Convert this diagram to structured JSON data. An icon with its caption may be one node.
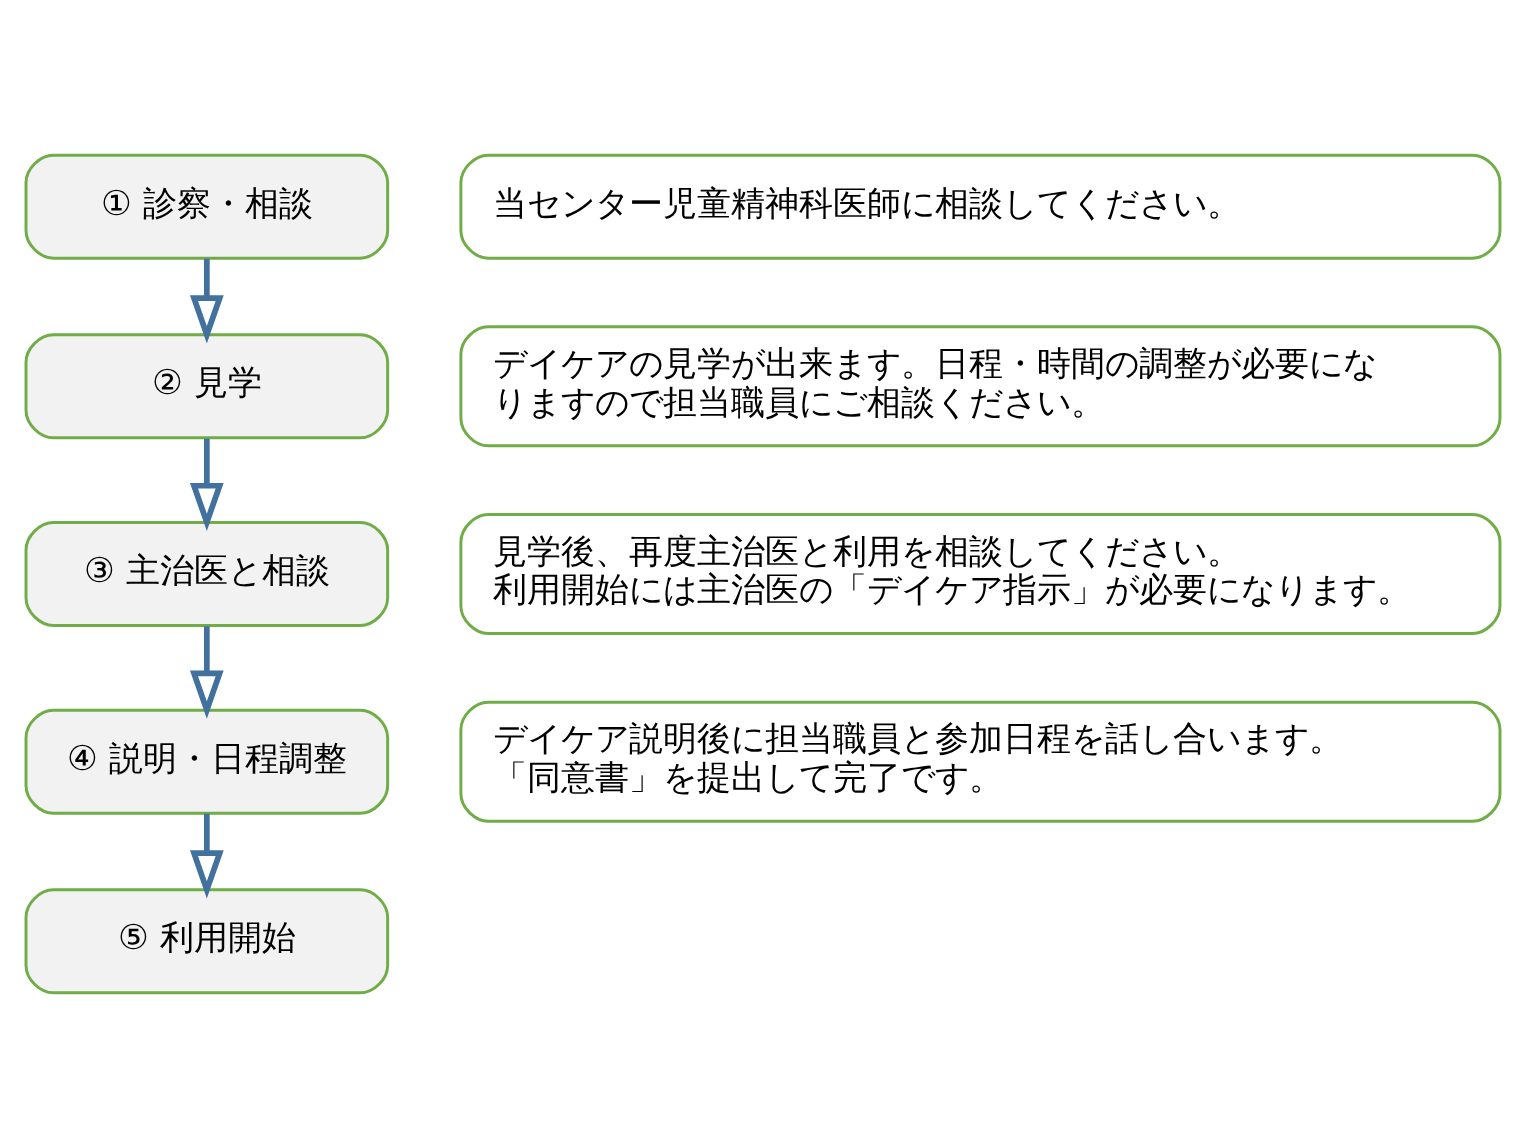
{
  "diagram": {
    "nodes": [
      {
        "text": [
          "① 診察・相談"
        ]
      },
      {
        "text": [
          "当センター児童精神科医師に相談してください。"
        ]
      },
      {
        "text": [
          "② 見学"
        ]
      },
      {
        "text": [
          "デイケアの見学が出来ます。日程・時間の調整が必要になりますので担当職員にご相談ください。"
        ]
      },
      {
        "text": [
          "③ 主治医と相談"
        ]
      },
      {
        "text": [
          "見学後、再度主治医と利用を相談してください。利用開始には主治医の「デイケア指示」が必要になります。"
        ]
      },
      {
        "text": [
          "④ 説明・日程調整"
        ]
      },
      {
        "text": [
          "デイケア説明後に担当職員と参加日程を話し合います。「同意書」を提出して完了です。"
        ]
      },
      {
        "text": [
          "⑤ 利用開始"
        ]
      }
    ],
    "edges": [
      {
        "from": 0,
        "to": 2,
        "arrow": "to"
      },
      {
        "from": 2,
        "to": 4,
        "arrow": "to"
      },
      {
        "from": 4,
        "to": 6,
        "arrow": "to"
      },
      {
        "from": 6,
        "to": 8,
        "arrow": "to"
      }
    ]
  }
}
